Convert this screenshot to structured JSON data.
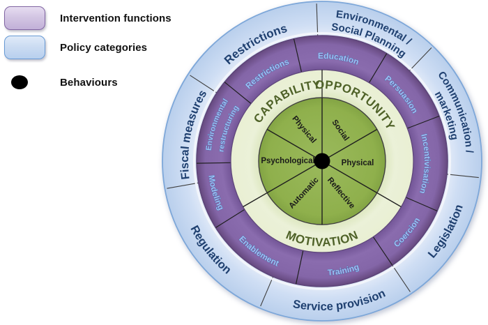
{
  "legend": {
    "items": [
      {
        "label": "Intervention functions",
        "swatch_color": "#ccc0da"
      },
      {
        "label": "Policy categories",
        "swatch_color": "#c6d9f1"
      },
      {
        "label": "Behaviours",
        "swatch_color": "#000000"
      }
    ]
  },
  "wheel": {
    "policy": {
      "restrictions": "Restrictions",
      "env_social_line1": "Environmental /",
      "env_social_line2": "Social Planning",
      "communication_line1": "Communication /",
      "communication_line2": "marketing",
      "legislation": "Legislation",
      "service_provision": "Service provision",
      "regulation": "Regulation",
      "fiscal_measures": "Fiscal measures"
    },
    "interventions": {
      "restrictions": "Restrictions",
      "education": "Education",
      "persuasion": "Persuasion",
      "incentivisation": "Incentivisation",
      "coercion": "Coercion",
      "training": "Training",
      "enablement": "Enablement",
      "modeling": "Modeling",
      "env_restructuring_line1": "Environmental",
      "env_restructuring_line2": "restructuring"
    },
    "com": {
      "capability": "CAPABILITY",
      "opportunity": "OPPORTUNITY",
      "motivation": "MOTIVATION"
    },
    "core": {
      "physical_capability": "Physical",
      "social_opportunity": "Social",
      "psychological_capability": "Psychological",
      "physical_opportunity": "Physical",
      "automatic_motivation": "Automatic",
      "reflective_motivation": "Reflective"
    }
  },
  "colors": {
    "policy_ring": "#c3d7f0",
    "intervention_ring": "#7c5e9e",
    "com_ring": "#eaf0d6",
    "core_circle": "#8fb04c",
    "policy_text": "#1f4070",
    "intervention_text": "#9dc3f7",
    "com_text": "#4f6228",
    "behaviour_dot": "#000000"
  }
}
